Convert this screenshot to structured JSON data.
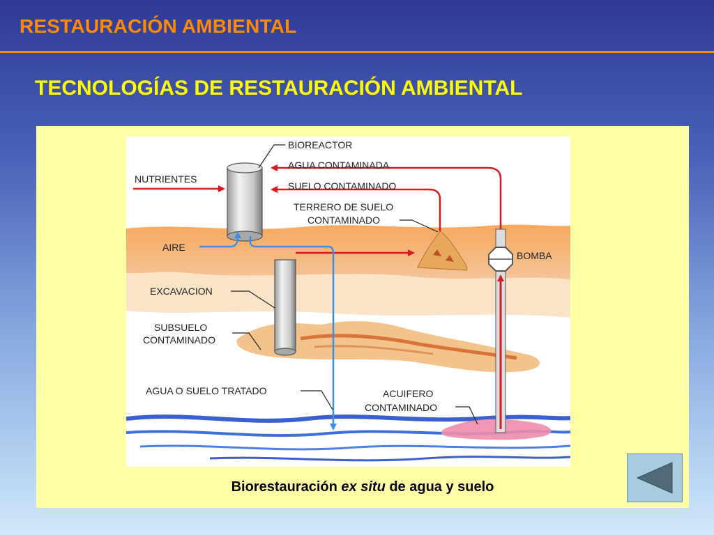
{
  "header": {
    "title": "RESTAURACIÓN AMBIENTAL"
  },
  "subtitle": "TECNOLOGÍAS DE RESTAURACIÓN AMBIENTAL",
  "diagram": {
    "labels": {
      "bioreactor": "BIOREACTOR",
      "agua_contaminada": "AGUA CONTAMINADA",
      "suelo_contaminado": "SUELO CONTAMINADO",
      "terrero_line1": "TERRERO DE SUELO",
      "terrero_line2": "CONTAMINADO",
      "nutrientes": "NUTRIENTES",
      "aire": "AIRE",
      "bomba": "BOMBA",
      "excavacion": "EXCAVACION",
      "subsuelo_line1": "SUBSUELO",
      "subsuelo_line2": "CONTAMINADO",
      "agua_tratado": "AGUA O SUELO TRATADO",
      "acuifero_line1": "ACUIFERO",
      "acuifero_line2": "CONTAMINADO"
    }
  },
  "caption": {
    "before": "Biorestauración",
    "italic": "ex situ",
    "after": "de agua y suelo"
  },
  "colors": {
    "header": "#ff8a00",
    "subtitle": "#ffff00",
    "panel": "#ffffa6",
    "arrow_red": "#e0161e",
    "arrow_blue": "#3f8fe0"
  },
  "icons": {
    "back": "back-arrow-icon"
  }
}
